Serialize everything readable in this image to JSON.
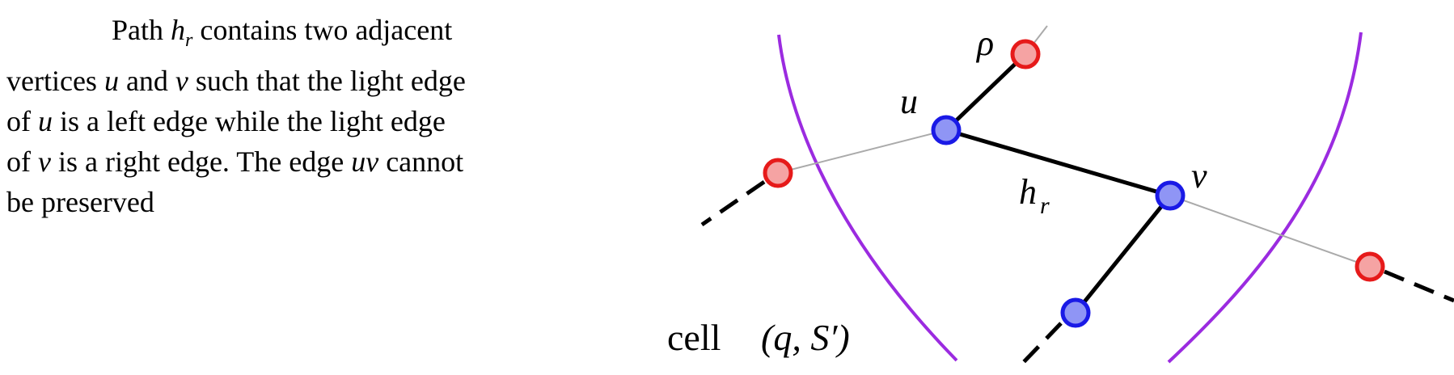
{
  "caption": {
    "run1": "Path ",
    "h": "h",
    "r": "r",
    "run2": " contains two adjacent vertices ",
    "u": "u",
    "run3": " and ",
    "v": "v",
    "run4": " such that the light edge of ",
    "u2": "u",
    "run5": " is a left edge while the light edge of ",
    "v2": "v",
    "run6": " is a right edge. The edge ",
    "uv": "uv",
    "run7": " cannot be preserved"
  },
  "figure": {
    "labels": {
      "rho": "ρ",
      "u": "u",
      "v": "v",
      "h": "h",
      "r": "r",
      "cell_word": "cell",
      "cell_tuple": "(q, S′)"
    },
    "colors": {
      "blue_fill": "#8f95f5",
      "blue_stroke": "#1a1ae6",
      "red_fill": "#f5a3a3",
      "red_stroke": "#e61a1a",
      "boundary": "#9b2be0",
      "light_edge": "#aaaaaa",
      "heavy_edge": "#000000"
    }
  }
}
